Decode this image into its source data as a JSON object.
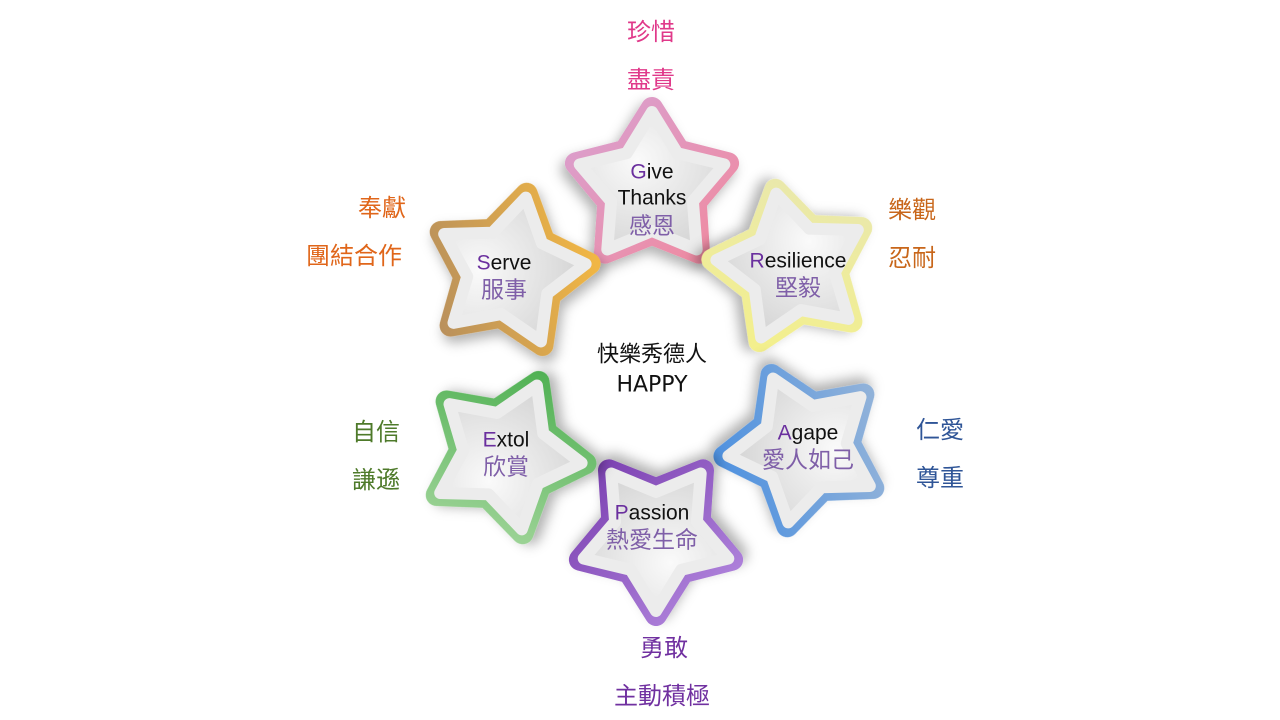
{
  "center": {
    "title_zh": "快樂秀德人",
    "title_en": "HAPPY"
  },
  "stars": [
    {
      "first": "G",
      "rest": "ive",
      "rest2": "Thanks",
      "zh": "感恩",
      "border": "#f08aa0",
      "border2": "#d9a0d0",
      "label_color": "#e0398a",
      "labels": [
        "珍惜",
        "盡責"
      ]
    },
    {
      "first": "R",
      "rest": "esilience",
      "rest2": "",
      "zh": "堅毅",
      "border": "#f4f08a",
      "border2": "#e8e7b0",
      "label_color": "#c8661a",
      "labels": [
        "樂觀",
        "忍耐"
      ]
    },
    {
      "first": "A",
      "rest": "gape",
      "rest2": "",
      "zh": "愛人如己",
      "border": "#4a8fe0",
      "border2": "#9db8d8",
      "label_color": "#2f5597",
      "labels": [
        "仁愛",
        "尊重"
      ]
    },
    {
      "first": "P",
      "rest": "assion",
      "rest2": "",
      "zh": "熱愛生命",
      "border": "#7a3fb0",
      "border2": "#b58ae0",
      "label_color": "#7030a0",
      "labels": [
        "勇敢",
        "主動積極"
      ]
    },
    {
      "first": "E",
      "rest": "xtol",
      "rest2": "",
      "zh": "欣賞",
      "border": "#4caf50",
      "border2": "#a8d8a0",
      "label_color": "#4e7a2a",
      "labels": [
        "自信",
        "謙遜"
      ]
    },
    {
      "first": "S",
      "rest": "erve",
      "rest2": "",
      "zh": "服事",
      "border": "#f5b942",
      "border2": "#b08a60",
      "label_color": "#e0661a",
      "labels": [
        "奉獻",
        "團結合作"
      ]
    }
  ]
}
